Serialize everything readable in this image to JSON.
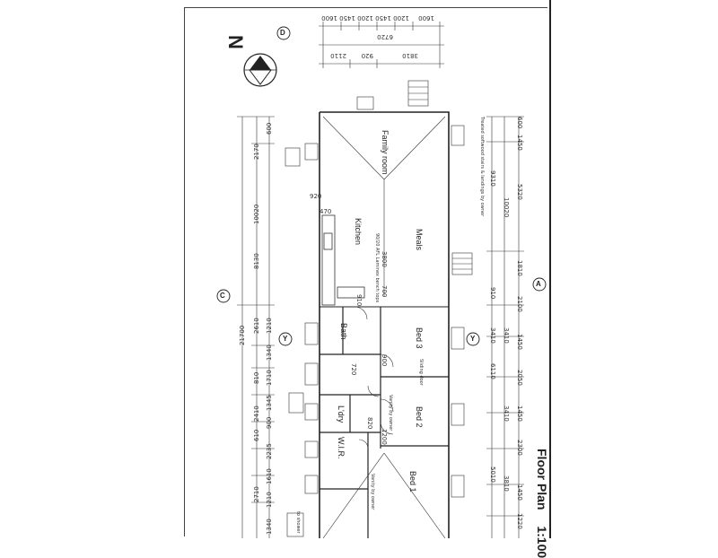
{
  "title": "Floor Plan",
  "scale": "1:100",
  "north_label": "N",
  "section_marks": [
    "D",
    "C",
    "A",
    "Y",
    "Y"
  ],
  "rooms": {
    "family_room": "Family room",
    "kitchen": "Kitchen",
    "meals": "Meals",
    "bath": "Bath",
    "bed3": "Bed 3",
    "bed2": "Bed 2",
    "bed1": "Bed 1",
    "lndry": "L'dry",
    "wir": "W.I.R."
  },
  "notes": {
    "treated_stairs": "Treated softwood stairs & landings by owner",
    "kitchen_benchtops": "90/20 AFL Laminex bench tops",
    "vanity_owner_1": "Vanity by owner",
    "vanity_owner_2": "Vanity by owner",
    "sliding_door": "Sliding door",
    "to_shower": "to shower"
  },
  "dims_top": [
    "1600",
    "1450",
    "1200",
    "1450",
    "1200",
    "1600",
    "6720",
    "2110",
    "920",
    "3810"
  ],
  "dims_left": [
    "600",
    "2170",
    "10020",
    "8130",
    "21700",
    "1210",
    "2610",
    "1340",
    "1710",
    "810",
    "1345",
    "900",
    "2410",
    "610",
    "2235",
    "1610",
    "1210",
    "2710",
    "1340"
  ],
  "dims_right": [
    "600",
    "1450",
    "5320",
    "9310",
    "10020",
    "1810",
    "2100",
    "910",
    "3410",
    "1450",
    "3410",
    "6110",
    "2050",
    "3410",
    "1450",
    "3810",
    "2300",
    "5010",
    "1450",
    "1220"
  ],
  "dims_inner": [
    "920",
    "470",
    "3800",
    "700",
    "910",
    "900",
    "720",
    "820",
    "1200"
  ]
}
